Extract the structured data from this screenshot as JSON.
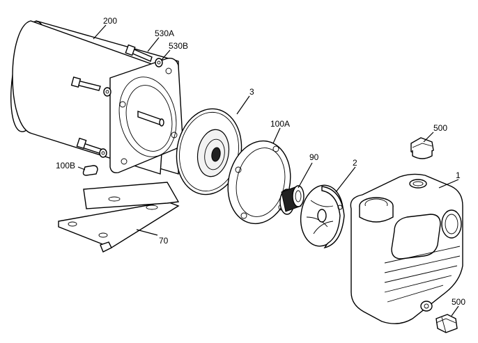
{
  "callouts": {
    "motor": "200",
    "bolt": "530A",
    "washer": "530B",
    "seal_plate": "3",
    "gasket": "100A",
    "mech_seal": "90",
    "impeller": "2",
    "pump_body": "1",
    "drain_plug_top": "500",
    "drain_plug_bottom": "500",
    "motor_foot_pad": "100B",
    "base": "70"
  }
}
